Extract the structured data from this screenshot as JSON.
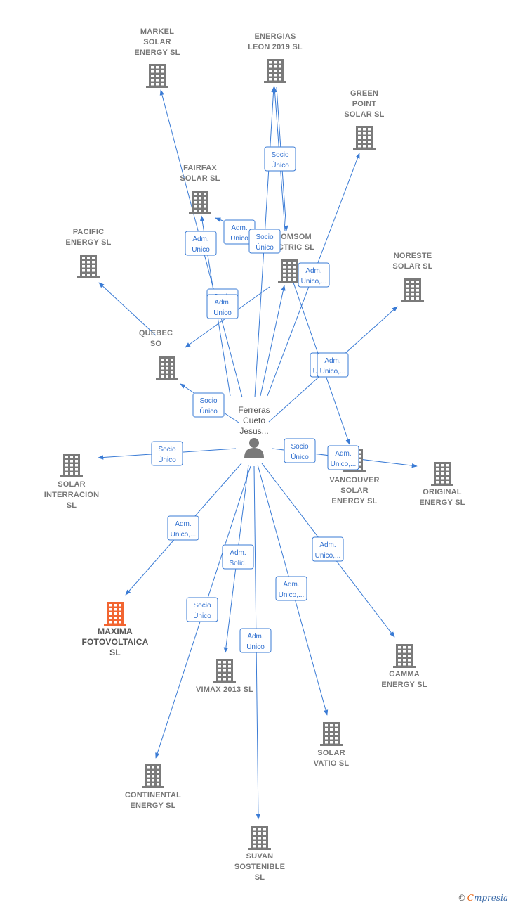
{
  "colors": {
    "edge": "#3a7bd5",
    "company": "#7a7a7a",
    "company_highlight": "#f26531",
    "person": "#7a7a7a"
  },
  "person": {
    "id": "ferreras",
    "label": [
      "Ferreras",
      "Cueto",
      "Jesus..."
    ],
    "icon": "person-icon"
  },
  "companies": [
    {
      "id": "markel",
      "label": [
        "MARKEL",
        "SOLAR",
        "ENERGY  SL"
      ],
      "icon": "building-icon"
    },
    {
      "id": "energias_leon",
      "label": [
        "ENERGIAS",
        "LEON 2019  SL"
      ],
      "icon": "building-icon"
    },
    {
      "id": "green_point",
      "label": [
        "GREEN",
        "POINT",
        "SOLAR  SL"
      ],
      "icon": "building-icon"
    },
    {
      "id": "fairfax",
      "label": [
        "FAIRFAX",
        "SOLAR  SL"
      ],
      "icon": "building-icon"
    },
    {
      "id": "pacific",
      "label": [
        "PACIFIC",
        "ENERGY  SL"
      ],
      "icon": "building-icon"
    },
    {
      "id": "tomsom",
      "label": [
        "OMSOM",
        "CTRIC  SL"
      ],
      "icon": "building-icon"
    },
    {
      "id": "noreste",
      "label": [
        "NORESTE",
        "SOLAR  SL"
      ],
      "icon": "building-icon"
    },
    {
      "id": "quebec",
      "label": [
        "QUEBEC",
        "SO"
      ],
      "icon": "building-icon"
    },
    {
      "id": "solar_interracion",
      "label": [
        "SOLAR",
        "INTERRACION",
        "SL"
      ],
      "icon": "building-icon"
    },
    {
      "id": "vancouver",
      "label": [
        "VANCOUVER",
        "SOLAR",
        "ENERGY  SL"
      ],
      "icon": "building-icon"
    },
    {
      "id": "original",
      "label": [
        "ORIGINAL",
        "ENERGY  SL"
      ],
      "icon": "building-icon"
    },
    {
      "id": "maxima",
      "label": [
        "MAXIMA",
        "FOTOVOLTAICA",
        "SL"
      ],
      "icon": "building-icon",
      "highlight": true
    },
    {
      "id": "vimax",
      "label": [
        "VIMAX 2013  SL"
      ],
      "icon": "building-icon"
    },
    {
      "id": "gamma",
      "label": [
        "GAMMA",
        "ENERGY  SL"
      ],
      "icon": "building-icon"
    },
    {
      "id": "solar_vatio",
      "label": [
        "SOLAR",
        "VATIO  SL"
      ],
      "icon": "building-icon"
    },
    {
      "id": "continental",
      "label": [
        "CONTINENTAL",
        "ENERGY  SL"
      ],
      "icon": "building-icon"
    },
    {
      "id": "suvan",
      "label": [
        "SUVAN",
        "SOSTENIBLE",
        "SL"
      ],
      "icon": "building-icon"
    }
  ],
  "relations": [
    {
      "from": "ferreras",
      "to": "markel",
      "label": ""
    },
    {
      "from": "ferreras",
      "to": "energias_leon",
      "label": ""
    },
    {
      "from": "tomsom",
      "to": "energias_leon",
      "label": [
        "Socio",
        "Único"
      ]
    },
    {
      "from": "energias_leon",
      "to": "tomsom",
      "label": ""
    },
    {
      "from": "ferreras",
      "to": "green_point",
      "label": ""
    },
    {
      "from": "ferreras",
      "to": "fairfax",
      "label": [
        "Adm.",
        "Unico"
      ]
    },
    {
      "from": "tomsom",
      "to": "fairfax",
      "label": [
        "Adm.",
        "Unico"
      ]
    },
    {
      "from": "ferreras",
      "to": "tomsom",
      "label": [
        "Socio",
        "Único"
      ]
    },
    {
      "from": "quebec",
      "to": "pacific",
      "label": ""
    },
    {
      "from": "tomsom",
      "to": "quebec",
      "label": [
        "Adm.",
        "Unico"
      ]
    },
    {
      "from": "ferreras",
      "to": "quebec",
      "label": [
        "Socio",
        "Único"
      ]
    },
    {
      "from": "ferreras",
      "to": "noreste",
      "label": [
        "Adm.",
        "Unico,..."
      ]
    },
    {
      "from": "tomsom",
      "to": "vancouver",
      "label": [
        "Adm.",
        "Unico,..."
      ]
    },
    {
      "from": "ferreras",
      "to": "solar_interracion",
      "label": [
        "Socio",
        "Único"
      ]
    },
    {
      "from": "ferreras",
      "to": "original",
      "label": [
        "Socio",
        "Único"
      ]
    },
    {
      "from": "ferreras",
      "to": "maxima",
      "label": [
        "Adm.",
        "Unico,..."
      ]
    },
    {
      "from": "ferreras",
      "to": "vimax",
      "label": [
        "Adm.",
        "Solid."
      ]
    },
    {
      "from": "ferreras",
      "to": "continental",
      "label": [
        "Socio",
        "Único"
      ]
    },
    {
      "from": "ferreras",
      "to": "suvan",
      "label": [
        "Adm.",
        "Unico"
      ]
    },
    {
      "from": "ferreras",
      "to": "solar_vatio",
      "label": [
        "Adm.",
        "Unico,..."
      ]
    },
    {
      "from": "ferreras",
      "to": "gamma",
      "label": [
        "Adm.",
        "Unico,..."
      ]
    }
  ],
  "footer": {
    "copyright_symbol": "©",
    "brand_first": "C",
    "brand_rest": "mpresia"
  }
}
